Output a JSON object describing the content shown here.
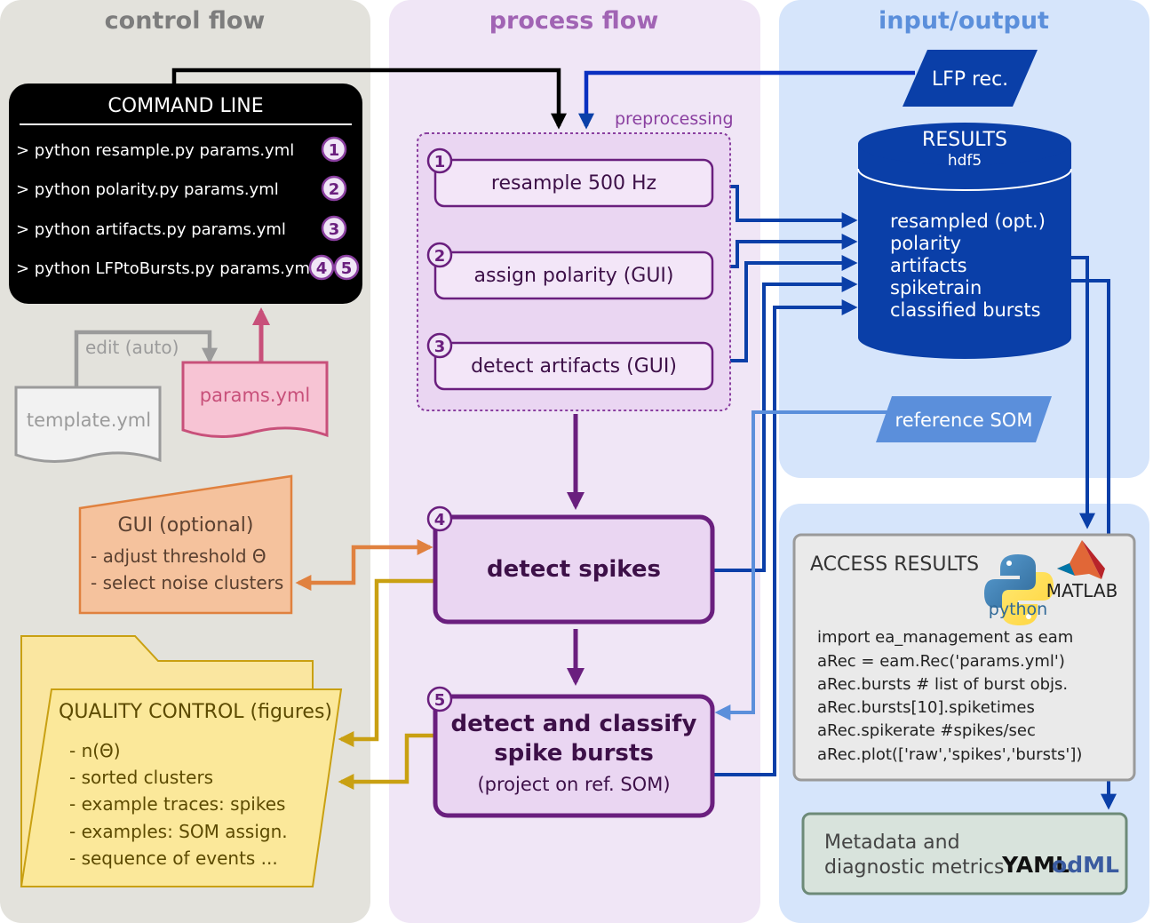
{
  "columns": {
    "control": "control flow",
    "process": "process flow",
    "io": "input/output"
  },
  "command_line": {
    "title": "COMMAND LINE",
    "commands": [
      {
        "text": "> python resample.py params.yml",
        "badges": [
          "1"
        ]
      },
      {
        "text": "> python polarity.py params.yml",
        "badges": [
          "2"
        ]
      },
      {
        "text": "> python artifacts.py params.yml",
        "badges": [
          "3"
        ]
      },
      {
        "text": "> python LFPtoBursts.py params.yml",
        "badges": [
          "4",
          "5"
        ]
      }
    ]
  },
  "edit_label": "edit (auto)",
  "template_file": "template.yml",
  "params_file": "params.yml",
  "gui": {
    "title": "GUI (optional)",
    "items": [
      "- adjust threshold Θ",
      "- select noise clusters"
    ]
  },
  "quality_control": {
    "title": "QUALITY CONTROL (figures)",
    "items": [
      "- n(Θ)",
      "- sorted clusters",
      "- example traces: spikes",
      "- examples: SOM assign.",
      "- sequence of events ..."
    ]
  },
  "preprocessing": {
    "label": "preprocessing",
    "steps": [
      {
        "number": "1",
        "label": "resample 500 Hz"
      },
      {
        "number": "2",
        "label": "assign polarity (GUI)"
      },
      {
        "number": "3",
        "label": "detect artifacts (GUI)"
      }
    ]
  },
  "detect_spikes": {
    "number": "4",
    "label": "detect spikes"
  },
  "detect_bursts": {
    "number": "5",
    "line1": "detect and classify",
    "line2": "spike bursts",
    "line3": "(project on ref. SOM)"
  },
  "lfp_rec": "LFP rec.",
  "reference_som": "reference SOM",
  "results": {
    "title": "RESULTS",
    "subtitle": "hdf5",
    "items": [
      "resampled (opt.)",
      "polarity",
      "artifacts",
      "spiketrain",
      "classified bursts"
    ]
  },
  "access_results": {
    "title": "ACCESS RESULTS",
    "python_logo": "python",
    "matlab_logo": "MATLAB",
    "code": [
      "import ea_management as eam",
      "aRec = eam.Rec('params.yml')",
      "aRec.bursts # list of burst objs.",
      "aRec.bursts[10].spiketimes",
      "aRec.spikerate #spikes/sec",
      "aRec.plot(['raw','spikes','bursts'])"
    ]
  },
  "metadata": {
    "line1": "Metadata and",
    "line2": "diagnostic metrics",
    "yaml_logo": "YAML",
    "odml_logo": "odML"
  },
  "colors": {
    "control_bg": "#e3e2dc",
    "process_bg": "#f0e6f6",
    "io_bg": "#d6e5fb",
    "purple": "#6a1f7e",
    "dark_blue": "#0a3fa8",
    "orange": "#e0813f",
    "gold": "#c9a012",
    "pink": "#c8507a"
  }
}
